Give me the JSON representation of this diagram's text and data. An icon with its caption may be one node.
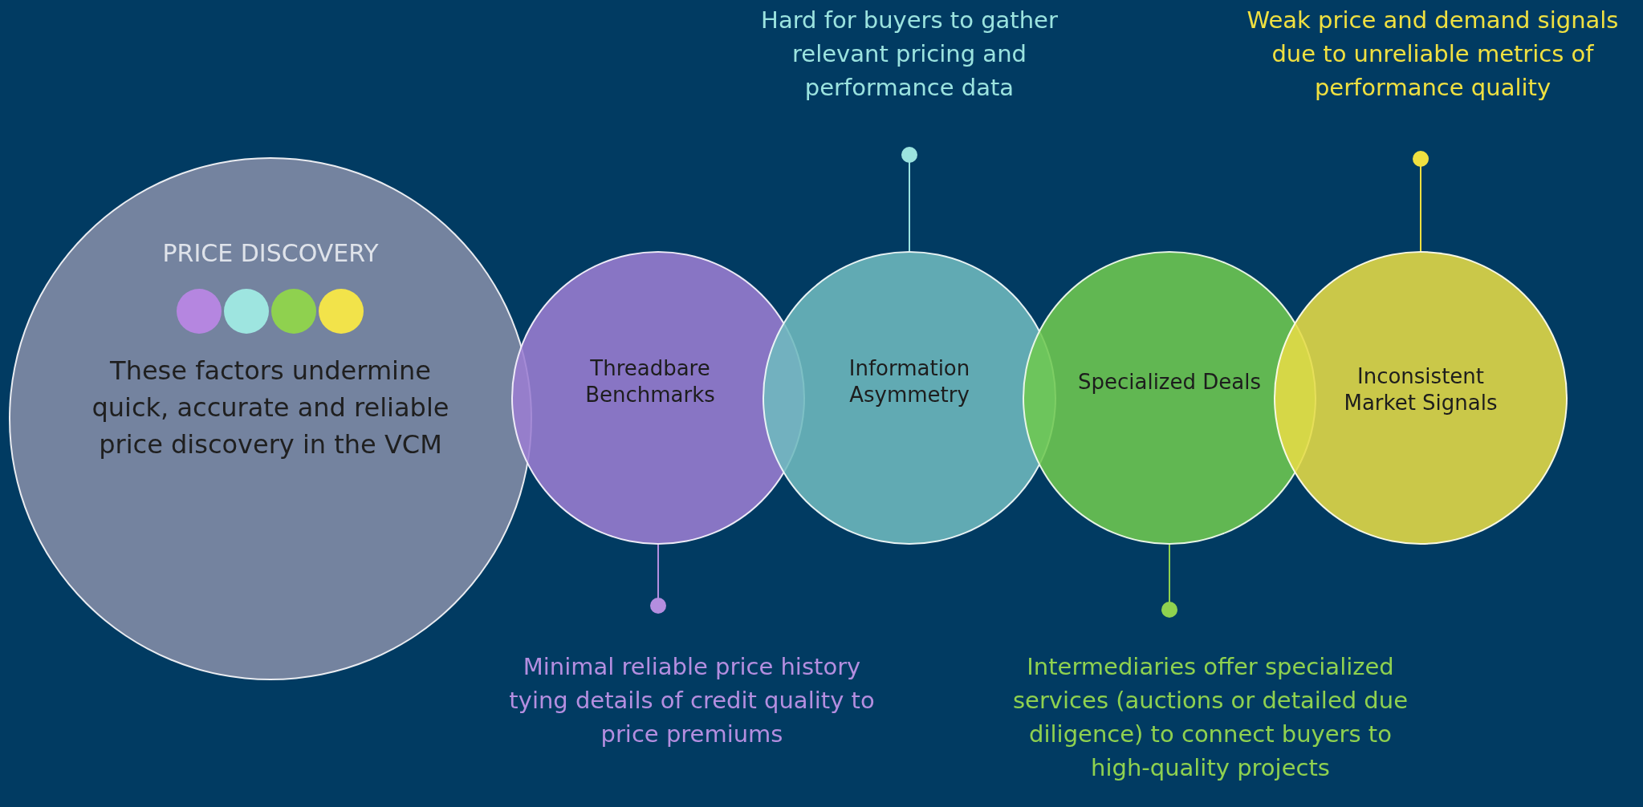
{
  "diagram": {
    "nodes": [
      {
        "text": [
          "PRICE DISCOVERY",
          "These factors undermine quick, accurate and reliable price discovery in the VCM"
        ]
      },
      {
        "text": [
          "Threadbare Benchmarks"
        ]
      },
      {
        "text": [
          "Information Asymmetry"
        ]
      },
      {
        "text": [
          "Specialized Deals"
        ]
      },
      {
        "text": [
          "Inconsistent Market Signals"
        ]
      },
      {
        "text": [
          "Hard for buyers to gather relevant pricing and performance data"
        ]
      },
      {
        "text": [
          "Weak price and demand signals due to unreliable metrics of performance quality"
        ]
      },
      {
        "text": [
          "Minimal reliable price history tying details of credit quality to price premiums"
        ]
      },
      {
        "text": [
          "Intermediaries offer specialized services (auctions or detailed due diligence) to connect buyers to high-quality projects"
        ]
      }
    ],
    "edges": [
      {
        "from": 5,
        "to": 2,
        "arrow": "other",
        "color": "#9be3df"
      },
      {
        "from": 6,
        "to": 4,
        "arrow": "other",
        "color": "#f0e040"
      },
      {
        "from": 7,
        "to": 1,
        "arrow": "other",
        "color": "#b48ee0"
      },
      {
        "from": 8,
        "to": 3,
        "arrow": "other",
        "color": "#8fd14f"
      }
    ]
  }
}
